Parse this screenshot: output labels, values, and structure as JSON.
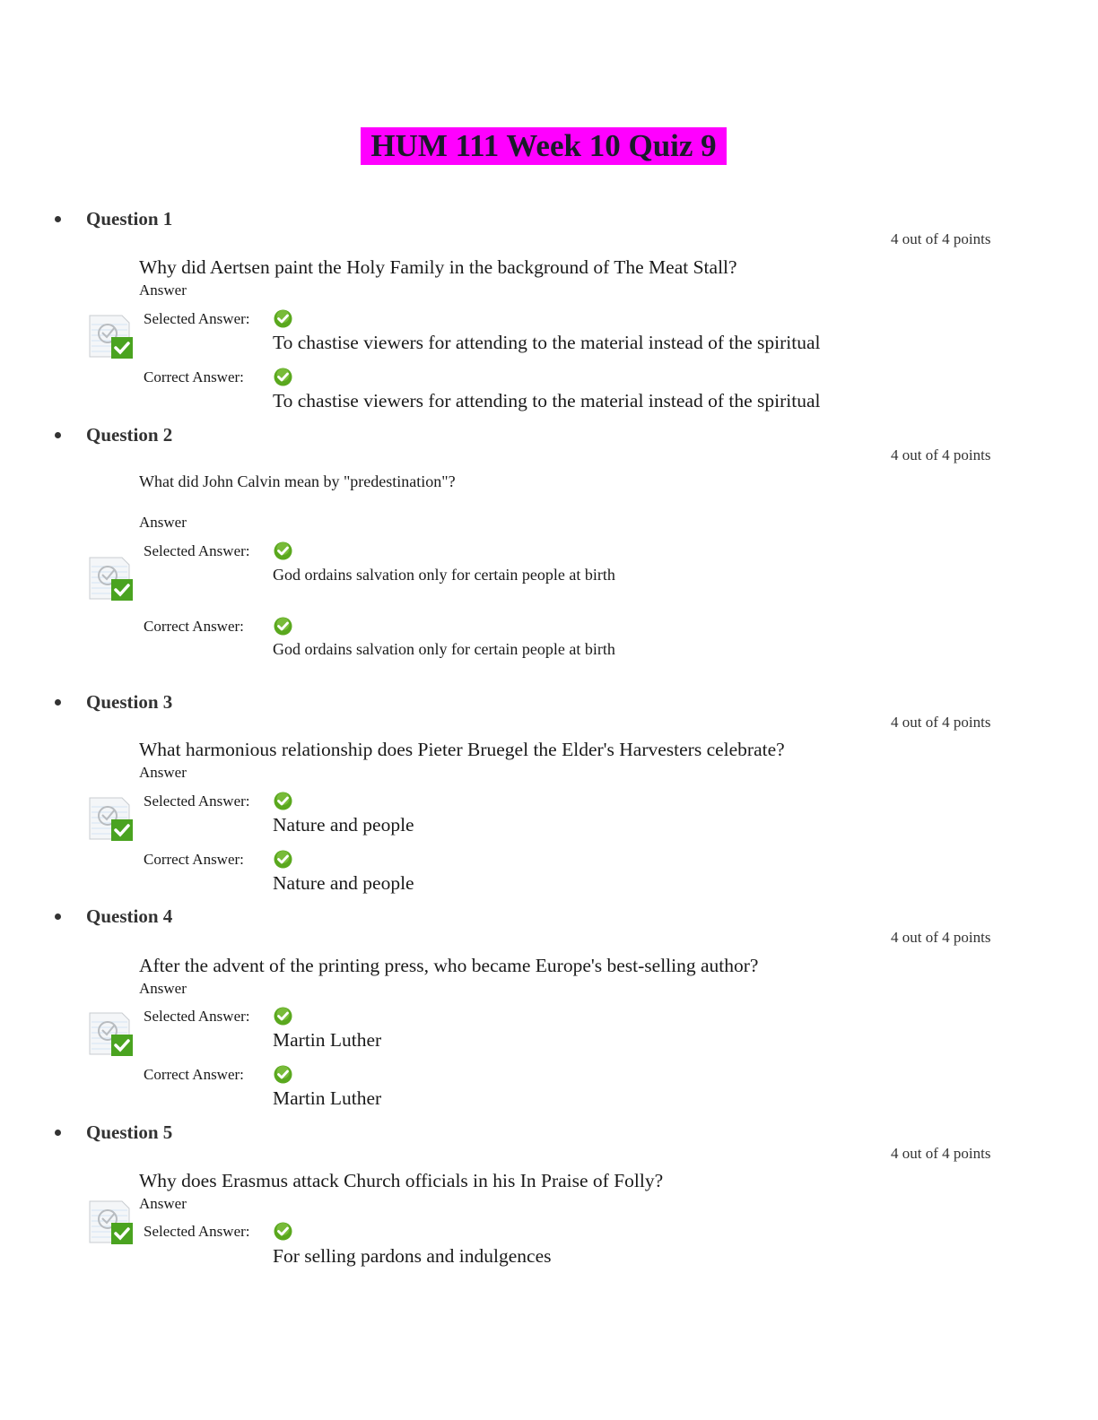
{
  "title": "HUM 111 Week 10 Quiz 9",
  "labels": {
    "answer": "Answer",
    "selected": "Selected Answer:",
    "correct": "Correct Answer:"
  },
  "icons": {
    "result": "correct-document-icon",
    "check": "green-check-icon"
  },
  "colors": {
    "title_highlight": "#ff00ff",
    "check_green": "#5aa81e"
  },
  "questions": [
    {
      "header": "Question 1",
      "points": "4 out of 4 points",
      "text": "Why did Aertsen paint the Holy Family in the background of The Meat Stall?",
      "selected": "To chastise viewers for attending to the material instead of the spiritual",
      "correct": "To chastise viewers for attending to the material instead of the spiritual"
    },
    {
      "header": "Question 2",
      "points": "4 out of 4 points",
      "text": "What did John Calvin mean by \"predestination\"?",
      "selected": "God ordains salvation only for certain people at birth",
      "correct": "God ordains salvation only for certain people at birth"
    },
    {
      "header": "Question 3",
      "points": "4 out of 4 points",
      "text": "What harmonious relationship does Pieter Bruegel the Elder's Harvesters celebrate?",
      "selected": "Nature and people",
      "correct": "Nature and people"
    },
    {
      "header": "Question 4",
      "points": "4 out of 4 points",
      "text": "After the advent of the printing press, who became Europe's best-selling author?",
      "selected": "Martin Luther",
      "correct": "Martin Luther"
    },
    {
      "header": "Question 5",
      "points": "4 out of 4 points",
      "text": "Why does Erasmus attack Church officials in his In Praise of Folly?",
      "selected": "For selling pardons and indulgences"
    }
  ]
}
